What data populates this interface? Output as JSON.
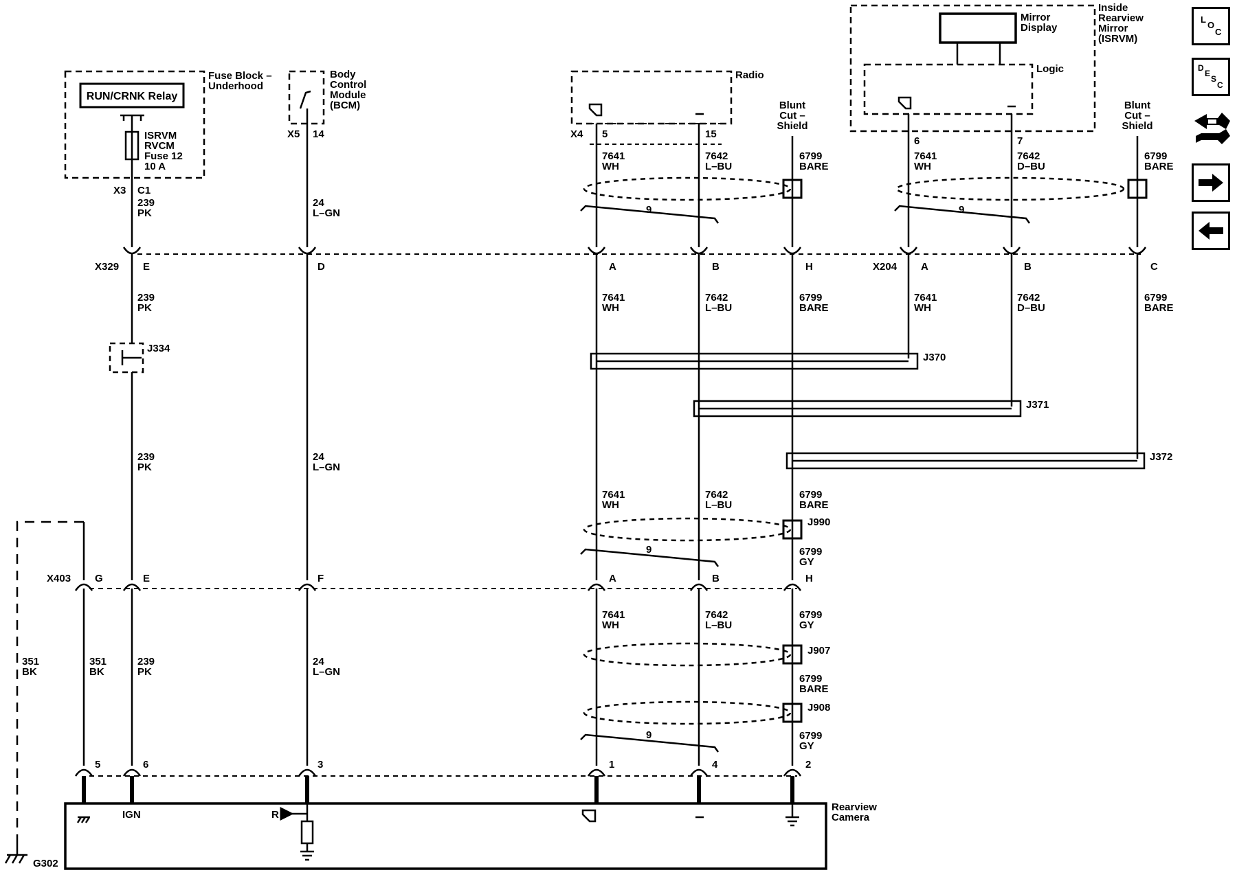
{
  "components": {
    "fuse_block": {
      "name": "Fuse Block –\nUnderhood",
      "relay": "RUN/CRNK Relay",
      "fuse": "ISRVM\nRVCM\nFuse 12\n10 A",
      "conn": "X3",
      "pin": "C1"
    },
    "bcm": {
      "name": "Body\nControl\nModule\n(BCM)",
      "conn": "X5",
      "pin": "14"
    },
    "radio": {
      "name": "Radio",
      "conn": "X4",
      "pin_a": "5",
      "pin_b": "15"
    },
    "isrvm": {
      "name": "Inside\nRearview\nMirror\n(ISRVM)",
      "display": "Mirror\nDisplay",
      "logic": "Logic",
      "pin_a": "6",
      "pin_b": "7"
    },
    "blunt_cut_1": "Blunt\nCut –\nShield",
    "blunt_cut_2": "Blunt\nCut –\nShield",
    "camera": {
      "name": "Rearview\nCamera",
      "ign": "IGN",
      "r": "R"
    },
    "ground": "G302"
  },
  "connectors": {
    "x329": {
      "name": "X329",
      "pins": [
        "E",
        "D",
        "A",
        "B",
        "H"
      ]
    },
    "x204": {
      "name": "X204",
      "pins": [
        "A",
        "B",
        "C"
      ]
    },
    "x403": {
      "name": "X403",
      "pins": [
        "G",
        "E",
        "F",
        "A",
        "B",
        "H"
      ]
    },
    "camera": {
      "pins": [
        "5",
        "6",
        "3",
        "1",
        "4",
        "2"
      ]
    }
  },
  "splices": {
    "j334": "J334",
    "j370": "J370",
    "j371": "J371",
    "j372": "J372",
    "j990": "J990",
    "j907": "J907",
    "j908": "J908"
  },
  "wires": {
    "w239": "239\nPK",
    "w24": "24\nL–GN",
    "w7641": "7641\nWH",
    "w7642_lbu": "7642\nL–BU",
    "w7642_dbu": "7642\nD–BU",
    "w6799_bare": "6799\nBARE",
    "w6799_gy": "6799\nGY",
    "w351": "351\nBK"
  },
  "twist": "9",
  "nav": {
    "loc": "LOC",
    "desc": "DESC"
  }
}
